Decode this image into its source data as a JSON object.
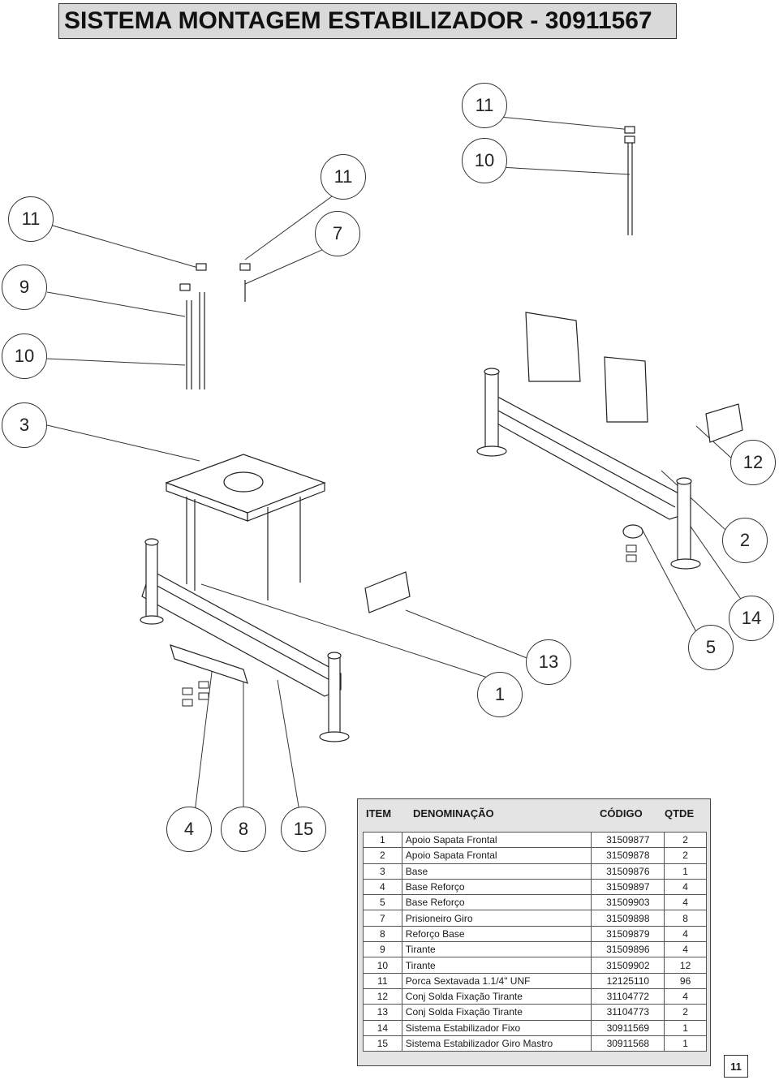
{
  "title": "SISTEMA MONTAGEM ESTABILIZADOR - 30911567",
  "page_number": "11",
  "callouts": {
    "c11a": "11",
    "c10a": "10",
    "c11b": "11",
    "c7": "7",
    "c11c": "11",
    "c9": "9",
    "c10b": "10",
    "c3": "3",
    "c12": "12",
    "c2": "2",
    "c14": "14",
    "c5": "5",
    "c13": "13",
    "c1": "1",
    "c4": "4",
    "c8": "8",
    "c15": "15"
  },
  "parts_table": {
    "headers": {
      "item": "ITEM",
      "denominacao": "DENOMINAÇÃO",
      "codigo": "CÓDIGO",
      "qtde": "QTDE"
    },
    "rows": [
      {
        "item": "1",
        "denominacao": "Apoio Sapata Frontal",
        "codigo": "31509877",
        "qtde": "2"
      },
      {
        "item": "2",
        "denominacao": "Apoio Sapata Frontal",
        "codigo": "31509878",
        "qtde": "2"
      },
      {
        "item": "3",
        "denominacao": "Base",
        "codigo": "31509876",
        "qtde": "1"
      },
      {
        "item": "4",
        "denominacao": "Base Reforço",
        "codigo": "31509897",
        "qtde": "4"
      },
      {
        "item": "5",
        "denominacao": "Base Reforço",
        "codigo": "31509903",
        "qtde": "4"
      },
      {
        "item": "7",
        "denominacao": "Prisioneiro Giro",
        "codigo": "31509898",
        "qtde": "8"
      },
      {
        "item": "8",
        "denominacao": "Reforço Base",
        "codigo": "31509879",
        "qtde": "4"
      },
      {
        "item": "9",
        "denominacao": "Tirante",
        "codigo": "31509896",
        "qtde": "4"
      },
      {
        "item": "10",
        "denominacao": "Tirante",
        "codigo": "31509902",
        "qtde": "12"
      },
      {
        "item": "11",
        "denominacao": "Porca Sextavada 1.1/4\" UNF",
        "codigo": "12125110",
        "qtde": "96"
      },
      {
        "item": "12",
        "denominacao": "Conj Solda Fixação Tirante",
        "codigo": "31104772",
        "qtde": "4"
      },
      {
        "item": "13",
        "denominacao": "Conj Solda Fixação Tirante",
        "codigo": "31104773",
        "qtde": "2"
      },
      {
        "item": "14",
        "denominacao": "Sistema Estabilizador Fixo",
        "codigo": "30911569",
        "qtde": "1"
      },
      {
        "item": "15",
        "denominacao": "Sistema Estabilizador Giro Mastro",
        "codigo": "30911568",
        "qtde": "1"
      }
    ]
  }
}
